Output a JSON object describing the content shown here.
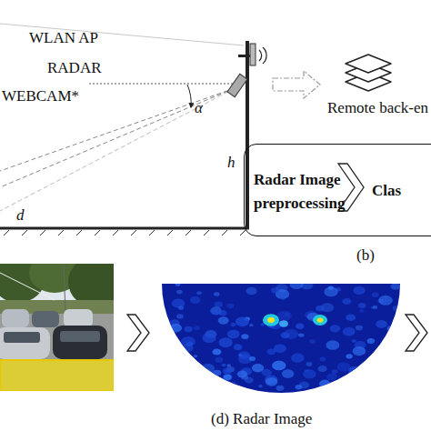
{
  "diagram": {
    "nodes": [
      {
        "text": [
          "Radar Image preprocessing",
          "Clas"
        ]
      }
    ],
    "labels": [
      "WLAN AP",
      "RADAR",
      "WEBCAM*",
      "α",
      "h",
      "d",
      "Remote back-en",
      "(b)",
      "(d) Radar Image"
    ]
  }
}
